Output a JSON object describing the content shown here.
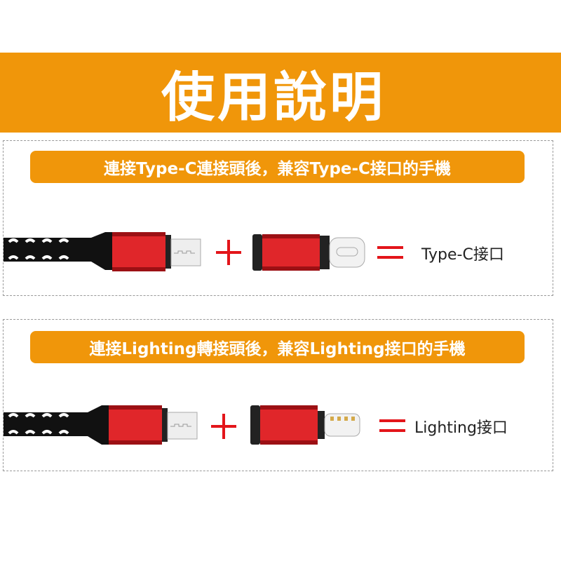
{
  "title": "使用說明",
  "sections": [
    {
      "caption": "連接Type-C連接頭後，兼容Type-C接口的手機",
      "plus": "+",
      "equals": "=",
      "result": "Type-C接口"
    },
    {
      "caption": "連接Lighting轉接頭後，兼容Lighting接口的手機",
      "plus": "+",
      "equals": "=",
      "result": "Lighting接口"
    }
  ],
  "colors": {
    "accent": "#f0960a",
    "connector_red": "#e0262a",
    "symbol_red": "#e3151a"
  }
}
